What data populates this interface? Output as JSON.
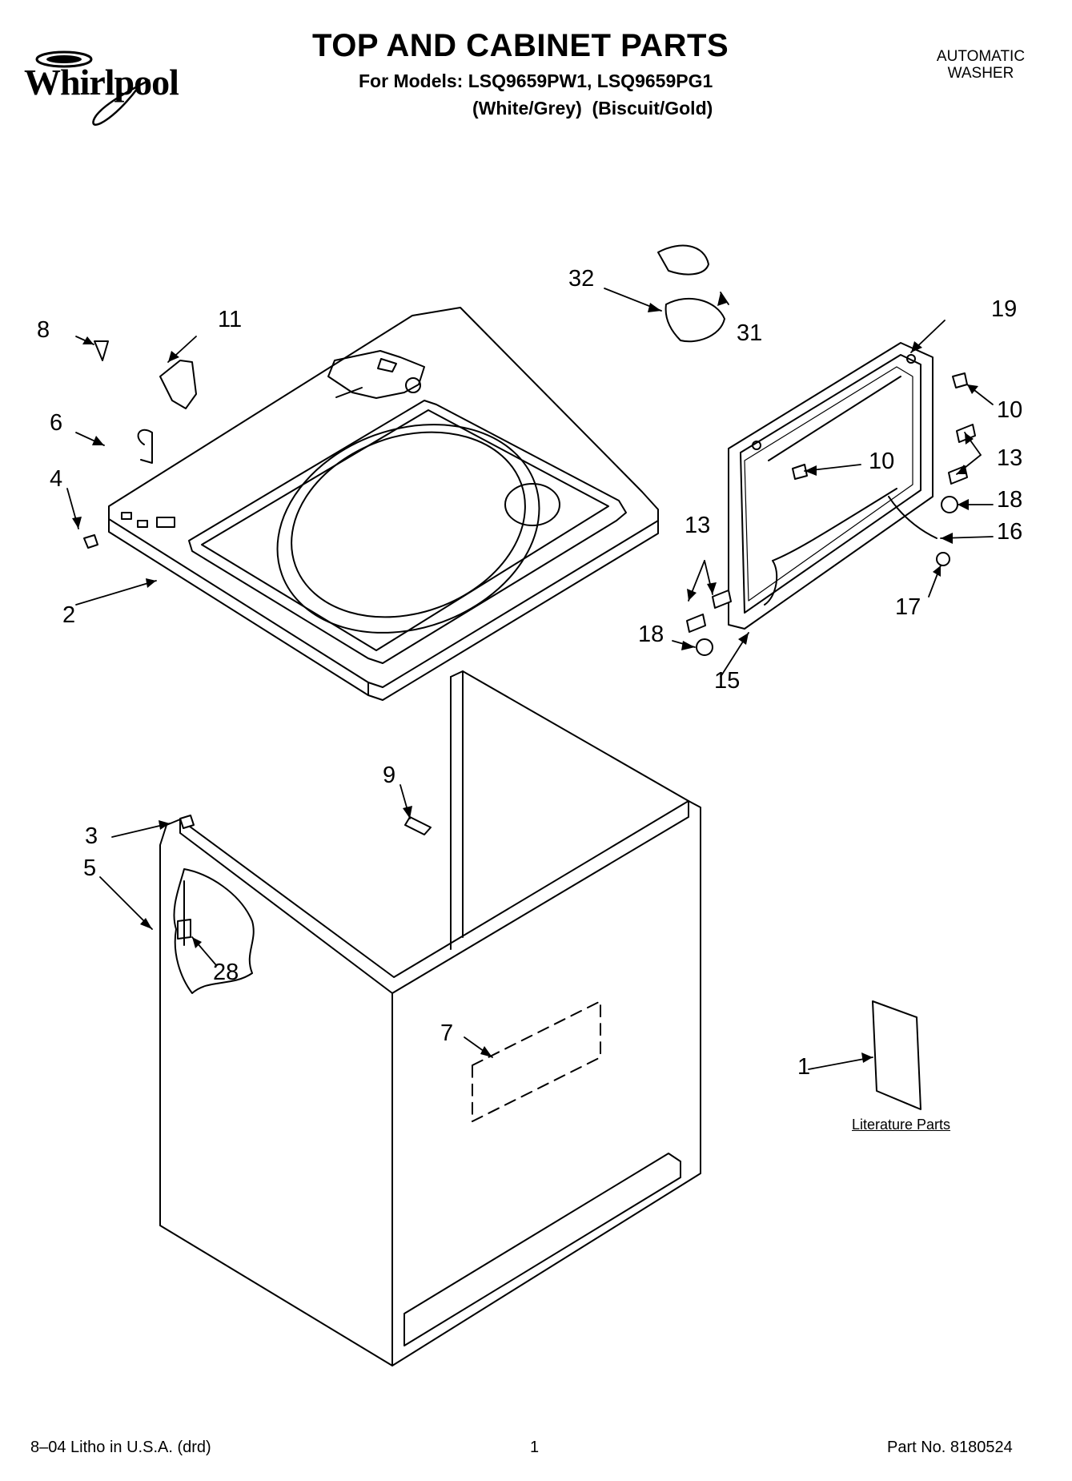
{
  "brand": "Whirlpool",
  "header": {
    "title": "TOP AND CABINET PARTS",
    "models_line": "For Models: LSQ9659PW1, LSQ9659PG1",
    "colors_line": "(White/Grey)  (Biscuit/Gold)",
    "product_line1": "AUTOMATIC",
    "product_line2": "WASHER"
  },
  "callouts": {
    "c1": "1",
    "c2": "2",
    "c3": "3",
    "c4": "4",
    "c5": "5",
    "c6": "6",
    "c7": "7",
    "c8": "8",
    "c9": "9",
    "c10a": "10",
    "c10b": "10",
    "c11": "11",
    "c13a": "13",
    "c13b": "13",
    "c15": "15",
    "c16": "16",
    "c17": "17",
    "c18a": "18",
    "c18b": "18",
    "c19": "19",
    "c28": "28",
    "c31": "31",
    "c32": "32"
  },
  "literature_label": "Literature Parts",
  "footer": {
    "litho": "8–04 Litho in U.S.A. (drd)",
    "page": "1",
    "part_no": "Part No. 8180524"
  }
}
